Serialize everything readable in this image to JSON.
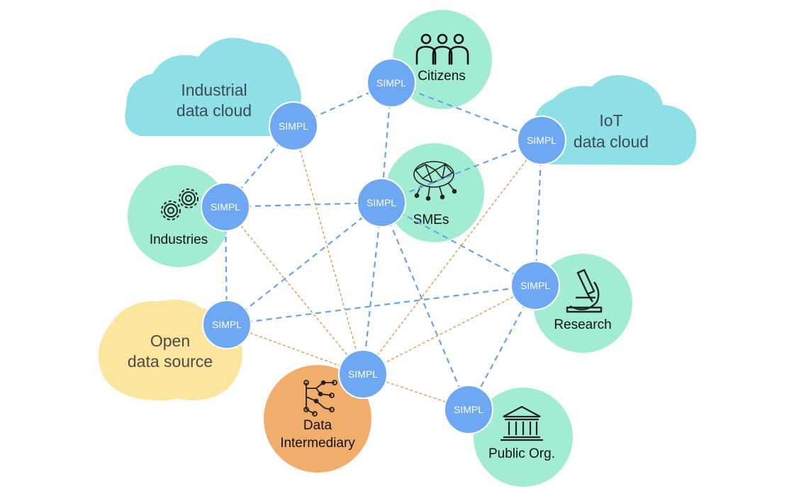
{
  "diagram": {
    "colors": {
      "cloud": "#8fe0e6",
      "participant": "#a3ecd4",
      "open_source": "#fce59c",
      "intermediary": "#f0ad6c",
      "simpl_node": "#6fa8f2",
      "simpl_border": "#ffffff",
      "link_blue": "#6aa3e3",
      "link_orange": "#e09a4c"
    },
    "simpl_label": "SIMPL",
    "nodes": {
      "industrial_cloud": {
        "line1": "Industrial",
        "line2": "data cloud"
      },
      "iot_cloud": {
        "line1": "IoT",
        "line2": "data cloud"
      },
      "citizens": {
        "label": "Citizens",
        "icon": "people-icon"
      },
      "industries": {
        "label": "Industries",
        "icon": "gears-icon"
      },
      "smes": {
        "label": "SMEs",
        "icon": "network-brain-icon"
      },
      "research": {
        "label": "Research",
        "icon": "microscope-icon"
      },
      "open_source": {
        "line1": "Open",
        "line2": "data source"
      },
      "intermediary": {
        "line1": "Data",
        "line2": "Intermediary",
        "icon": "graph-network-icon"
      },
      "public_org": {
        "label": "Public Org.",
        "icon": "government-building-icon"
      }
    }
  }
}
